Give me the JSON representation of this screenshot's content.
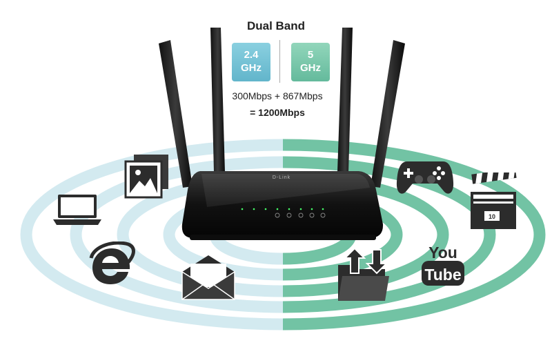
{
  "header": {
    "title": "Dual Band"
  },
  "bands": [
    {
      "freq": "2.4",
      "unit": "GHz",
      "color": "#6cbccf"
    },
    {
      "freq": "5",
      "unit": "GHz",
      "color": "#6cc0a2"
    }
  ],
  "speed": {
    "sum": "300Mbps + 867Mbps",
    "total": "= 1200Mbps"
  },
  "router": {
    "brand": "D-Link"
  },
  "icons": {
    "left": [
      "laptop-icon",
      "photos-icon",
      "internet-explorer-icon",
      "email-icon"
    ],
    "right": [
      "gamepad-icon",
      "clapperboard-icon",
      "file-transfer-icon",
      "youtube-icon"
    ],
    "youtube_text_top": "You",
    "youtube_text_bottom": "Tube",
    "clapper_number": "10"
  },
  "colors": {
    "wave_left": "#cfe7ee",
    "wave_right": "#6cbf9f",
    "icon_dark": "#2c2c2c"
  }
}
